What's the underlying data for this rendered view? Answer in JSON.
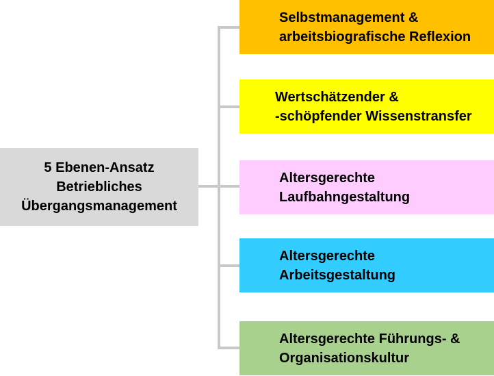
{
  "root": {
    "lines": [
      "5 Ebenen-Ansatz",
      "Betriebliches",
      "Übergangsmanagement"
    ],
    "color": "#d9d9d9"
  },
  "children": [
    {
      "lines": [
        "Selbstmanagement &",
        "arbeitsbiografische Reflexion"
      ],
      "color": "#ffc000"
    },
    {
      "lines": [
        "Wertschätzender &",
        "-schöpfender Wissenstransfer"
      ],
      "color": "#ffff00"
    },
    {
      "lines": [
        "Altersgerechte",
        "Laufbahngestaltung"
      ],
      "color": "#ffccff"
    },
    {
      "lines": [
        "Altersgerechte",
        "Arbeitsgestaltung"
      ],
      "color": "#33ccff"
    },
    {
      "lines": [
        "Altersgerechte Führungs- &",
        "Organisationskultur"
      ],
      "color": "#a9d18e"
    }
  ],
  "connector_color": "#c8c8c8"
}
